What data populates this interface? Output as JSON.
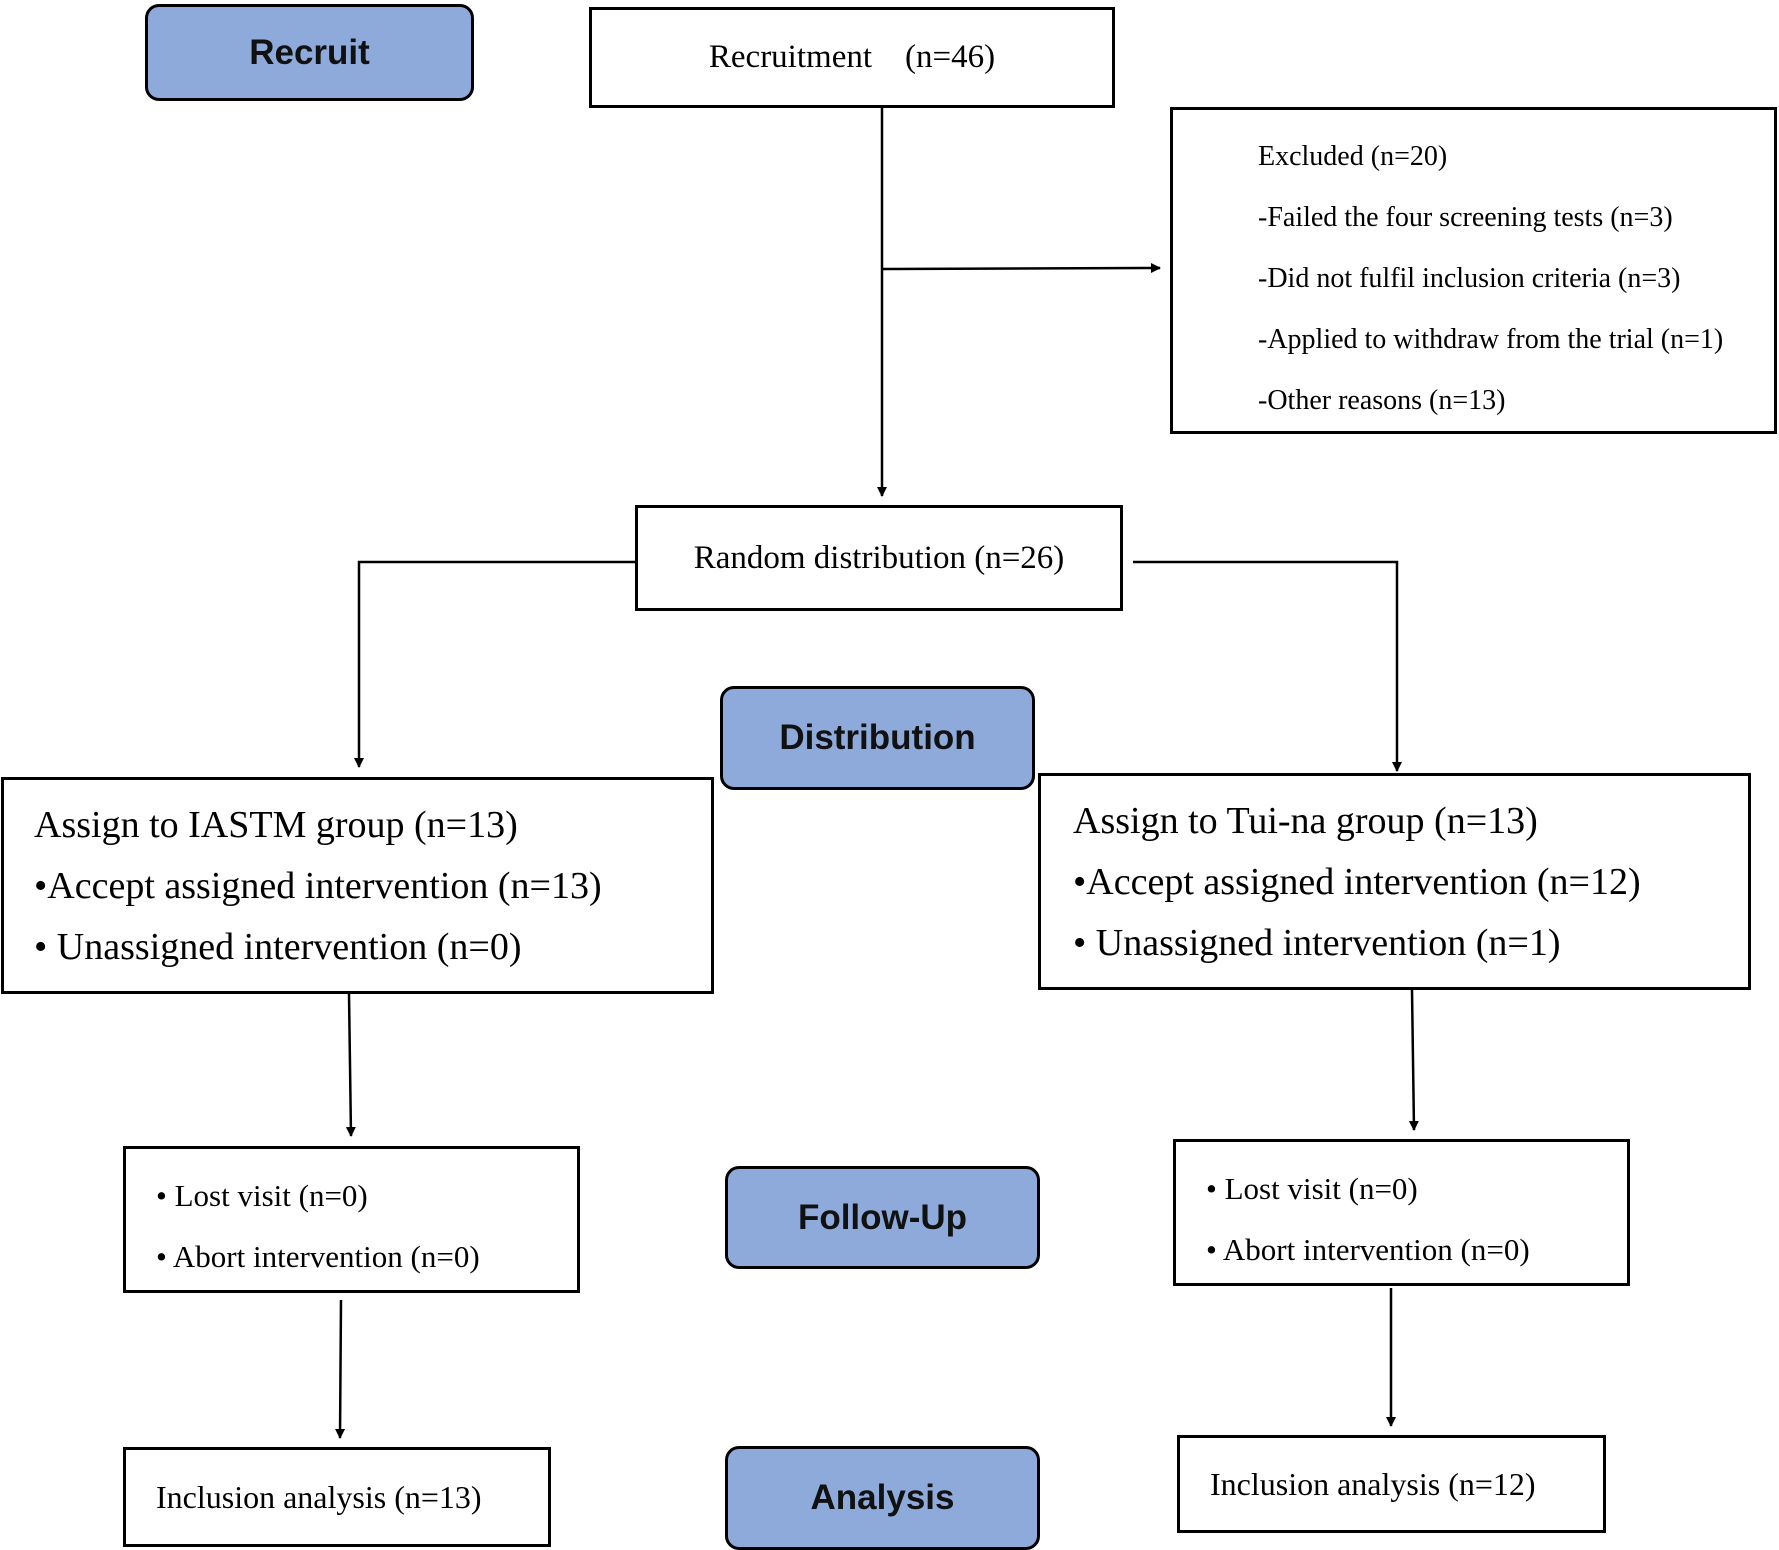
{
  "stages": {
    "recruit": "Recruit",
    "distribution": "Distribution",
    "follow_up": "Follow-Up",
    "analysis": "Analysis"
  },
  "recruitment": "Recruitment    (n=46)",
  "excluded": {
    "title": "Excluded (n=20)",
    "reasons": [
      "-Failed the four screening tests (n=3)",
      "-Did not fulfil inclusion criteria (n=3)",
      "-Applied to withdraw from the trial (n=1)",
      "-Other reasons (n=13)"
    ]
  },
  "random_distribution": "Random distribution (n=26)",
  "groups": {
    "iastm": {
      "title": "Assign to IASTM group (n=13)",
      "accept": "•Accept assigned intervention (n=13)",
      "unassigned": "• Unassigned intervention (n=0)"
    },
    "tuina": {
      "title": "Assign to Tui-na group (n=13)",
      "accept": "•Accept assigned intervention (n=12)",
      "unassigned": "• Unassigned intervention (n=1)"
    }
  },
  "follow_up": {
    "iastm": {
      "lost": "• Lost visit (n=0)",
      "abort": "• Abort intervention (n=0)"
    },
    "tuina": {
      "lost": "• Lost visit (n=0)",
      "abort": "• Abort intervention (n=0)"
    }
  },
  "analysis": {
    "iastm": "Inclusion analysis (n=13)",
    "tuina": "Inclusion analysis (n=12)"
  },
  "colors": {
    "stage_fill": "#8eaadb",
    "line": "#000000"
  }
}
